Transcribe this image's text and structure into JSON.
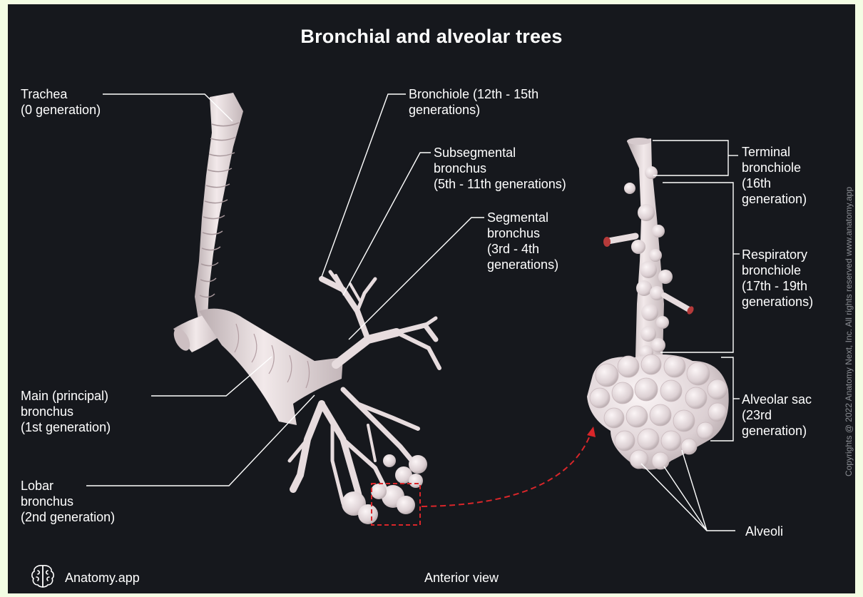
{
  "title": "Bronchial and alveolar trees",
  "labels": {
    "trachea": [
      "Trachea",
      "(0 generation)"
    ],
    "main_bronchus": [
      "Main (principal)",
      "bronchus",
      "(1st generation)"
    ],
    "lobar_bronchus": [
      "Lobar",
      "bronchus",
      "(2nd generation)"
    ],
    "bronchiole": [
      "Bronchiole (12th - 15th",
      "generations)"
    ],
    "subsegmental": [
      "Subsegmental",
      "bronchus",
      "(5th - 11th generations)"
    ],
    "segmental": [
      "Segmental",
      "bronchus",
      "(3rd - 4th",
      "generations)"
    ],
    "terminal": [
      "Terminal",
      "bronchiole",
      "(16th",
      "generation)"
    ],
    "respiratory": [
      "Respiratory",
      "bronchiole",
      "(17th - 19th",
      "generations)"
    ],
    "alveolar_sac": [
      "Alveolar sac",
      "(23rd",
      "generation)"
    ],
    "alveoli": "Alveoli"
  },
  "footer": {
    "brand": "Anatomy.app",
    "view": "Anterior view"
  },
  "copyright": "Copyrights @ 2022 Anatomy Next, Inc. All rights reserved www.anatomy.app",
  "icons": {
    "brand_logo": "brain-icon"
  },
  "colors": {
    "background": "#16181d",
    "outer_border": "#f3fde4",
    "tissue": "#eadfe1",
    "highlight_box": "#d9262a",
    "leader_lines": "#ffffff"
  }
}
